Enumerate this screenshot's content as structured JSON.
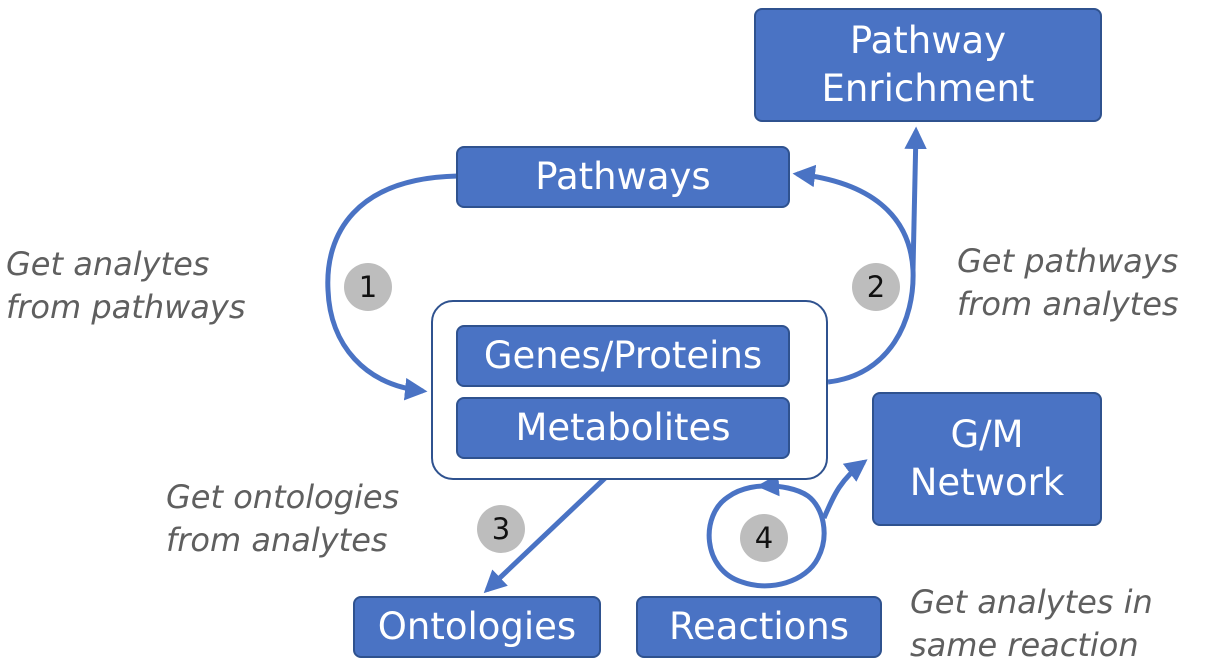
{
  "boxes": {
    "pathway_enrichment": "Pathway\nEnrichment",
    "pathways": "Pathways",
    "genes_proteins": "Genes/Proteins",
    "metabolites": "Metabolites",
    "gm_network": "G/M\nNetwork",
    "ontologies": "Ontologies",
    "reactions": "Reactions"
  },
  "steps": {
    "step1": {
      "number": "1",
      "label_line1": "Get analytes",
      "label_line2": "from pathways"
    },
    "step2": {
      "number": "2",
      "label_line1": "Get pathways",
      "label_line2": "from analytes"
    },
    "step3": {
      "number": "3",
      "label_line1": "Get ontologies",
      "label_line2": "from analytes"
    },
    "step4": {
      "number": "4",
      "label_line1": "Get analytes in",
      "label_line2": "same reaction"
    }
  },
  "colors": {
    "box_fill": "#4a73c4",
    "box_border": "#2f528f",
    "arrow": "#4a73c4",
    "badge": "#bdbdbd",
    "note_text": "#5f5f5f"
  }
}
